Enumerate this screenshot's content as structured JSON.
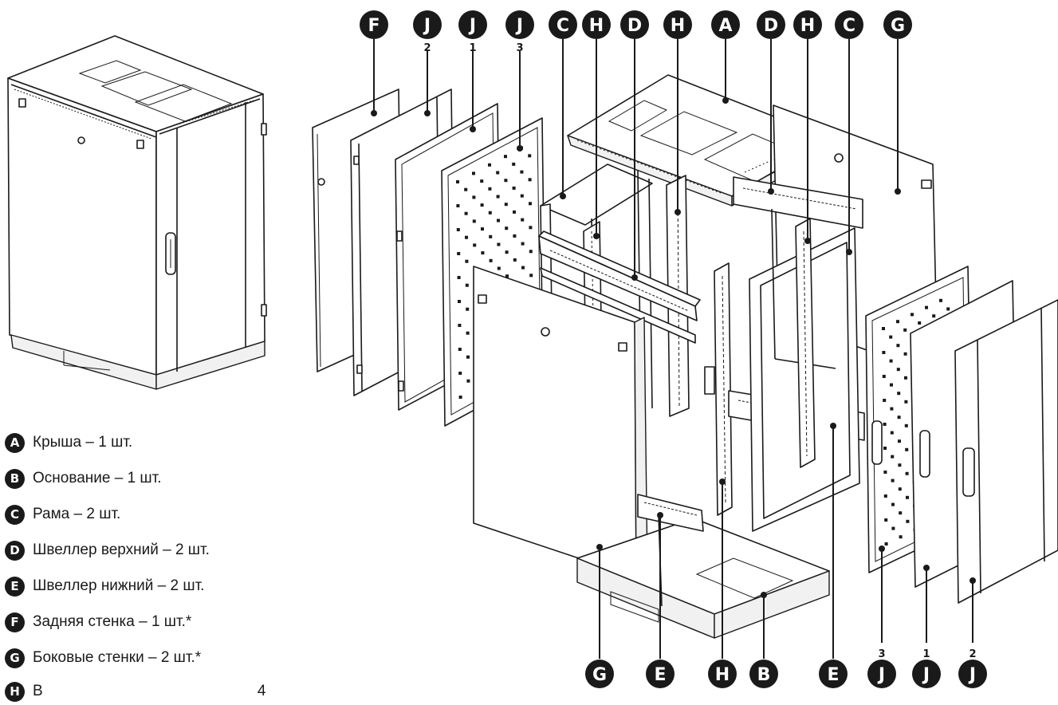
{
  "callouts_top": [
    {
      "letter": "F",
      "num": ""
    },
    {
      "letter": "J",
      "num": "2"
    },
    {
      "letter": "J",
      "num": "1"
    },
    {
      "letter": "J",
      "num": "3"
    },
    {
      "letter": "C",
      "num": ""
    },
    {
      "letter": "H",
      "num": ""
    },
    {
      "letter": "D",
      "num": ""
    },
    {
      "letter": "H",
      "num": ""
    },
    {
      "letter": "A",
      "num": ""
    },
    {
      "letter": "D",
      "num": ""
    },
    {
      "letter": "H",
      "num": ""
    },
    {
      "letter": "C",
      "num": ""
    },
    {
      "letter": "G",
      "num": ""
    }
  ],
  "callouts_bottom": [
    {
      "letter": "G",
      "num": ""
    },
    {
      "letter": "E",
      "num": ""
    },
    {
      "letter": "H",
      "num": ""
    },
    {
      "letter": "B",
      "num": ""
    },
    {
      "letter": "E",
      "num": ""
    },
    {
      "letter": "J",
      "num": "3"
    },
    {
      "letter": "J",
      "num": "1"
    },
    {
      "letter": "J",
      "num": "2"
    }
  ],
  "legend": [
    {
      "letter": "A",
      "text": "Крыша – 1 шт."
    },
    {
      "letter": "B",
      "text": "Основание – 1 шт."
    },
    {
      "letter": "C",
      "text": "Рама – 2 шт."
    },
    {
      "letter": "D",
      "text": "Швеллер верхний – 2 шт."
    },
    {
      "letter": "E",
      "text": "Швеллер нижний – 2 шт."
    },
    {
      "letter": "F",
      "text": "Задняя стенка – 1 шт.*"
    },
    {
      "letter": "G",
      "text": "Боковые стенки – 2 шт.*"
    },
    {
      "letter": "H",
      "text": "В                                                   4"
    }
  ]
}
